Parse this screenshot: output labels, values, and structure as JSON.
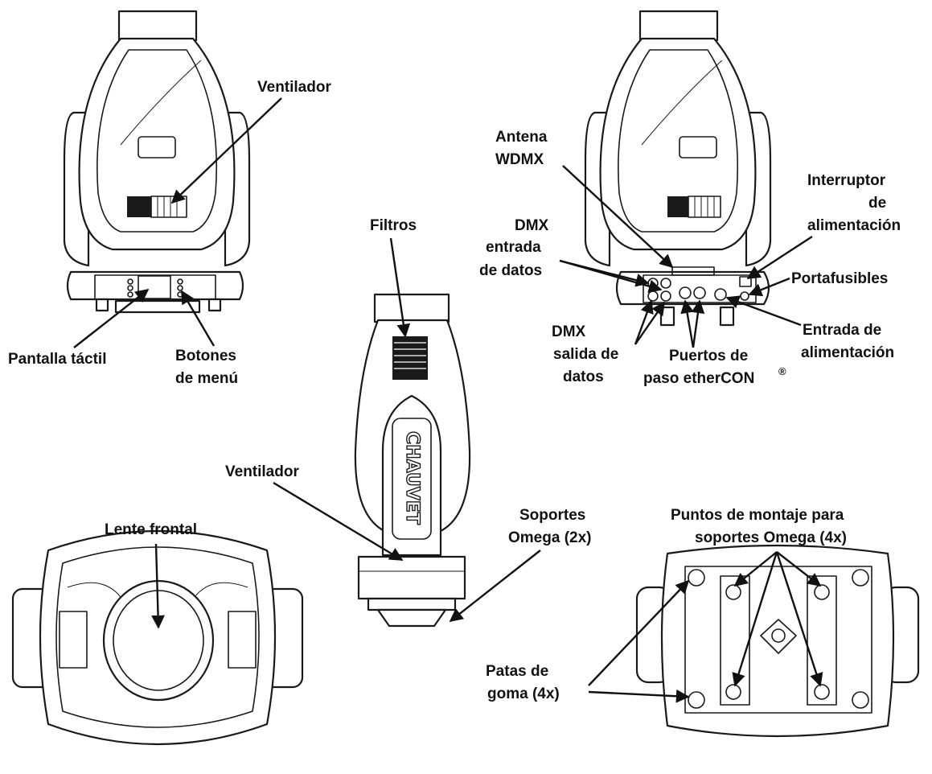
{
  "colors": {
    "ink": "#111111",
    "line": "#1a1a1a",
    "background": "#ffffff"
  },
  "labels": {
    "ventilador_back": "Ventilador",
    "pantalla_tactil": "Pantalla táctil",
    "botones_l1": "Botones",
    "botones_l2": "de menú",
    "filtros": "Filtros",
    "antena_l1": "Antena",
    "antena_l2": "WDMX",
    "dmx_in_l1": "DMX",
    "dmx_in_l2": "entrada",
    "dmx_in_l3": "de datos",
    "dmx_out_l1": "DMX",
    "dmx_out_l2": "salida de",
    "dmx_out_l3": "datos",
    "interruptor_l1": "Interruptor",
    "interruptor_l2": "de",
    "interruptor_l3": "alimentación",
    "portafusibles": "Portafusibles",
    "entrada_alim_l1": "Entrada de",
    "entrada_alim_l2": "alimentación",
    "puertos_l1": "Puertos de",
    "puertos_l2": "paso etherCON",
    "puertos_reg": "®",
    "ventilador_side": "Ventilador",
    "soportes_l1": "Soportes",
    "soportes_l2": "Omega (2x)",
    "lente": "Lente frontal",
    "puntos_l1": "Puntos de montaje para",
    "puntos_l2": "soportes Omega (4x)",
    "patas_l1": "Patas de",
    "patas_l2": "goma (4x)",
    "brand": "CHAUVET"
  }
}
